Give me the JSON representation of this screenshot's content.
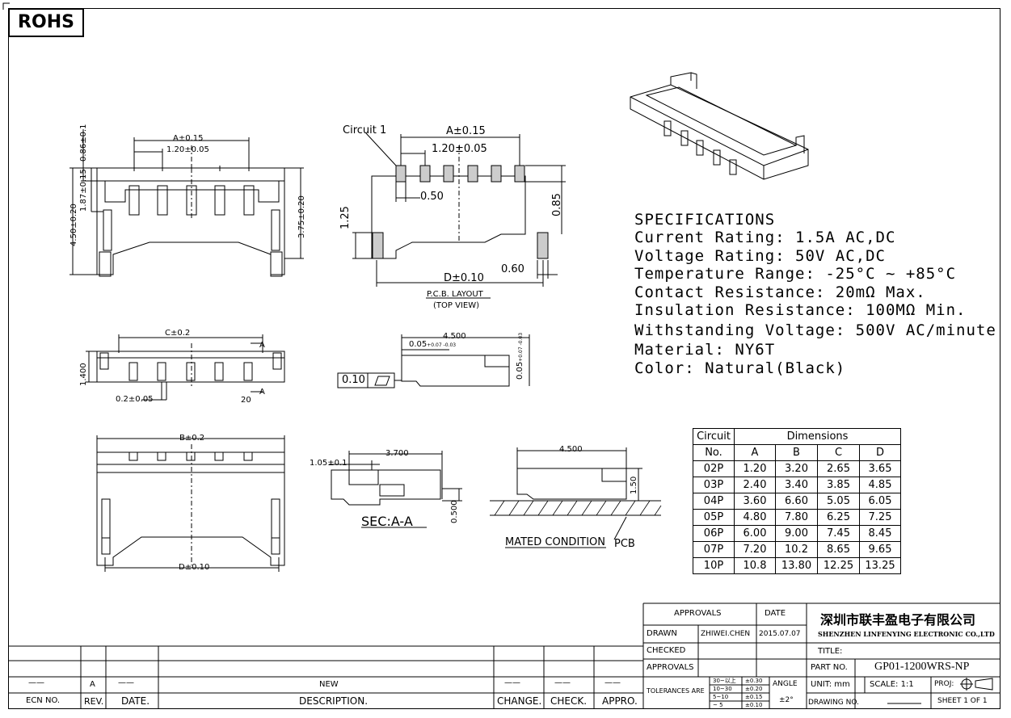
{
  "rohs": "ROHS",
  "specs": {
    "title": "SPECIFICATIONS",
    "lines": [
      "Current Rating: 1.5A AC,DC",
      "Voltage Rating: 50V AC,DC",
      "Temperature Range: -25°C ~ +85°C",
      "Contact Resistance: 20mΩ Max.",
      "Insulation Resistance: 100MΩ Min.",
      "Withstanding Voltage: 500V AC/minute",
      "Material: NY6T",
      "Color: Natural(Black)"
    ]
  },
  "dim_table": {
    "header1": "Circuit",
    "header2": "Dimensions",
    "header3": "No.",
    "cols": [
      "A",
      "B",
      "C",
      "D"
    ],
    "rows": [
      [
        "02P",
        "1.20",
        "3.20",
        "2.65",
        "3.65"
      ],
      [
        "03P",
        "2.40",
        "3.40",
        "3.85",
        "4.85"
      ],
      [
        "04P",
        "3.60",
        "6.60",
        "5.05",
        "6.05"
      ],
      [
        "05P",
        "4.80",
        "7.80",
        "6.25",
        "7.25"
      ],
      [
        "06P",
        "6.00",
        "9.00",
        "7.45",
        "8.45"
      ],
      [
        "07P",
        "7.20",
        "10.2",
        "8.65",
        "9.65"
      ],
      [
        "10P",
        "10.8",
        "13.80",
        "12.25",
        "13.25"
      ]
    ]
  },
  "labels": {
    "front_a": "A±0.15",
    "front_pitch": "1.20±0.05",
    "front_h1": "0.86±0.1",
    "front_h2": "1.87±0.15",
    "front_h3": "4.50±0.20",
    "front_h4": "3.75±0.20",
    "pcb_circuit": "Circuit 1",
    "pcb_a": "A±0.15",
    "pcb_pitch": "1.20±0.05",
    "pcb_050": "0.50",
    "pcb_085": "0.85",
    "pcb_125": "1.25",
    "pcb_060": "0.60",
    "pcb_d": "D±0.10",
    "pcb_title": "P.C.B. LAYOUT",
    "pcb_sub": "(TOP VIEW)",
    "bot_c": "C±0.2",
    "bot_1400": "1.400",
    "bot_pin": "0.2±0.05",
    "bot_a1": "A",
    "bot_a2": "A",
    "bot_20": "20",
    "side_4500": "4.500",
    "side_005a": "0.05",
    "side_tol_a": "+0.07 -0.03",
    "side_005b": "0.05",
    "side_tol_b": "+0.07 -0.03",
    "flat_010": "0.10",
    "back_b": "B±0.2",
    "back_d": "D±0.10",
    "sec_105": "1.05±0.1",
    "sec_3700": "3.700",
    "sec_0500": "0.500",
    "sec_title": "SEC:A-A",
    "mated_4500": "4.500",
    "mated_150": "1.50",
    "mated_title": "MATED CONDITION",
    "mated_pcb": "PCB"
  },
  "title_block": {
    "approvals": "APPROVALS",
    "date": "DATE",
    "company_cn": "深圳市联丰盈电子有限公司",
    "company_en": "SHENZHEN LINFENYING ELECTRONIC CO.,LTD",
    "drawn": "DRAWN",
    "drawn_by": "ZHIWEI.CHEN",
    "drawn_date": "2015.07.07",
    "checked": "CHECKED",
    "title_label": "TITLE:",
    "approvals2": "APPROVALS",
    "part_no_label": "PART NO.",
    "part_no": "GP01-1200WRS-NP",
    "tolerances": "TOLERANCES ARE",
    "tol_rows": [
      [
        "30~以上",
        "±0.30"
      ],
      [
        "10~30",
        "±0.20"
      ],
      [
        "5~10",
        "±0.15"
      ],
      [
        "~ 5",
        "±0.10"
      ]
    ],
    "angle": "ANGLE",
    "angle_val": "±2°",
    "unit": "UNIT: mm",
    "scale": "SCALE:  1:1",
    "proj": "PROJ:",
    "drawing_no": "DRAWING NO.",
    "sheet": "SHEET  1 OF 1"
  },
  "revision_block": {
    "rev_val": "A",
    "dash1": "——",
    "dash2": "——",
    "dash3": "——",
    "dash4": "——",
    "dash5": "——",
    "description": "NEW",
    "ecn_no": "ECN NO.",
    "rev": "REV.",
    "date": "DATE.",
    "desc_label": "DESCRIPTION.",
    "change": "CHANGE.",
    "check": "CHECK.",
    "appro": "APPRO."
  }
}
